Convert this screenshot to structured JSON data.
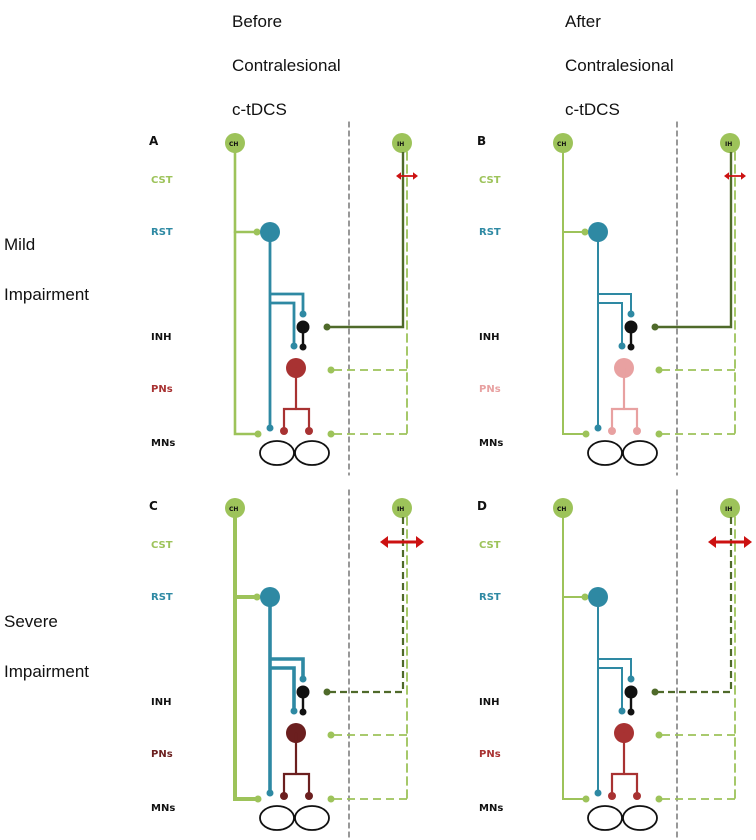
{
  "header": {
    "before": [
      "Before",
      "Contralesional",
      "c-tDCS"
    ],
    "after": [
      "After",
      "Contralesional",
      "c-tDCS"
    ]
  },
  "rows": {
    "mild": [
      "Mild",
      "Impairment"
    ],
    "severe": [
      "Severe",
      "Impairment"
    ]
  },
  "colors": {
    "cst": "#9dc35a",
    "rst": "#2e89a3",
    "ih_dark": "#4f6a2a",
    "pn_mild_before": "#a83232",
    "pn_mild_after": "#e8a1a1",
    "pn_severe_before": "#6b1f1f",
    "pn_severe_after": "#a83232",
    "arrow": "#cc1111"
  },
  "panels": [
    {
      "id": "A",
      "label": "A",
      "nodes": {
        "ch": "CH",
        "ih": "IH"
      },
      "rows": [
        "CST",
        "RST",
        "INH",
        "PNs",
        "MNs"
      ]
    },
    {
      "id": "B",
      "label": "B",
      "nodes": {
        "ch": "CH",
        "ih": "IH"
      },
      "rows": [
        "CST",
        "RST",
        "INH",
        "PNs",
        "MNs"
      ]
    },
    {
      "id": "C",
      "label": "C",
      "nodes": {
        "ch": "CH",
        "ih": "IH"
      },
      "rows": [
        "CST",
        "RST",
        "INH",
        "PNs",
        "MNs"
      ]
    },
    {
      "id": "D",
      "label": "D",
      "nodes": {
        "ch": "CH",
        "ih": "IH"
      },
      "rows": [
        "CST",
        "RST",
        "INH",
        "PNs",
        "MNs"
      ]
    }
  ]
}
